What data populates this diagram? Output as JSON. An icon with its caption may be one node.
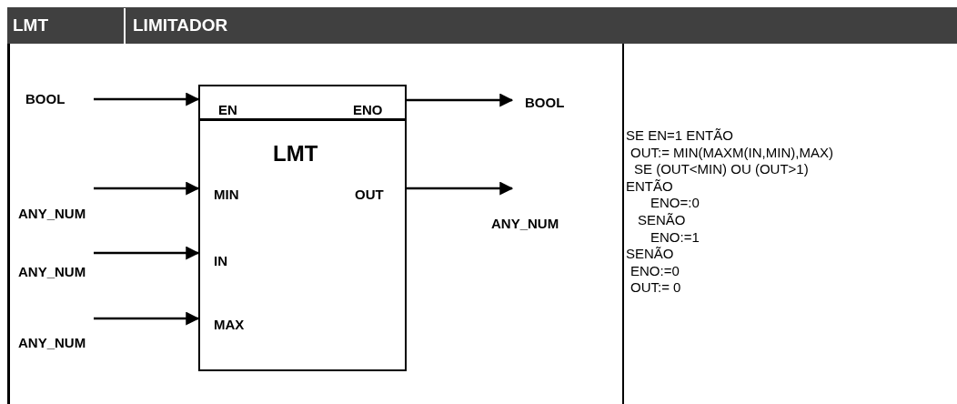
{
  "diagram": {
    "nodes": [
      {
        "text": [
          "EN",
          "ENO",
          "LMT",
          "MIN",
          "OUT",
          "IN",
          "MAX"
        ]
      },
      {
        "text": [
          "BOOL"
        ]
      },
      {
        "text": [
          "ANY_NUM"
        ]
      },
      {
        "text": [
          "ANY_NUM"
        ]
      },
      {
        "text": [
          "ANY_NUM"
        ]
      },
      {
        "text": [
          "BOOL"
        ]
      },
      {
        "text": [
          "ANY_NUM"
        ]
      }
    ],
    "edges": [
      {
        "from": 1,
        "to": 0,
        "arrow": "to"
      },
      {
        "from": 2,
        "to": 0,
        "arrow": "to"
      },
      {
        "from": 3,
        "to": 0,
        "arrow": "to"
      },
      {
        "from": 4,
        "to": 0,
        "arrow": "to"
      },
      {
        "from": 0,
        "to": 5,
        "arrow": "to"
      },
      {
        "from": 0,
        "to": 6,
        "arrow": "to"
      }
    ],
    "labels": [
      "LMT",
      "LIMITADOR",
      "SE EN=1 ENTÃO",
      "OUT:= MIN(MAXM(IN,MIN),MAX)",
      "SE (OUT<MIN) OU (OUT>1)",
      "ENTÃO",
      "ENO=:0",
      "SENÃO",
      "ENO:=1",
      "SENÃO",
      "ENO:=0",
      "OUT:= 0"
    ]
  }
}
